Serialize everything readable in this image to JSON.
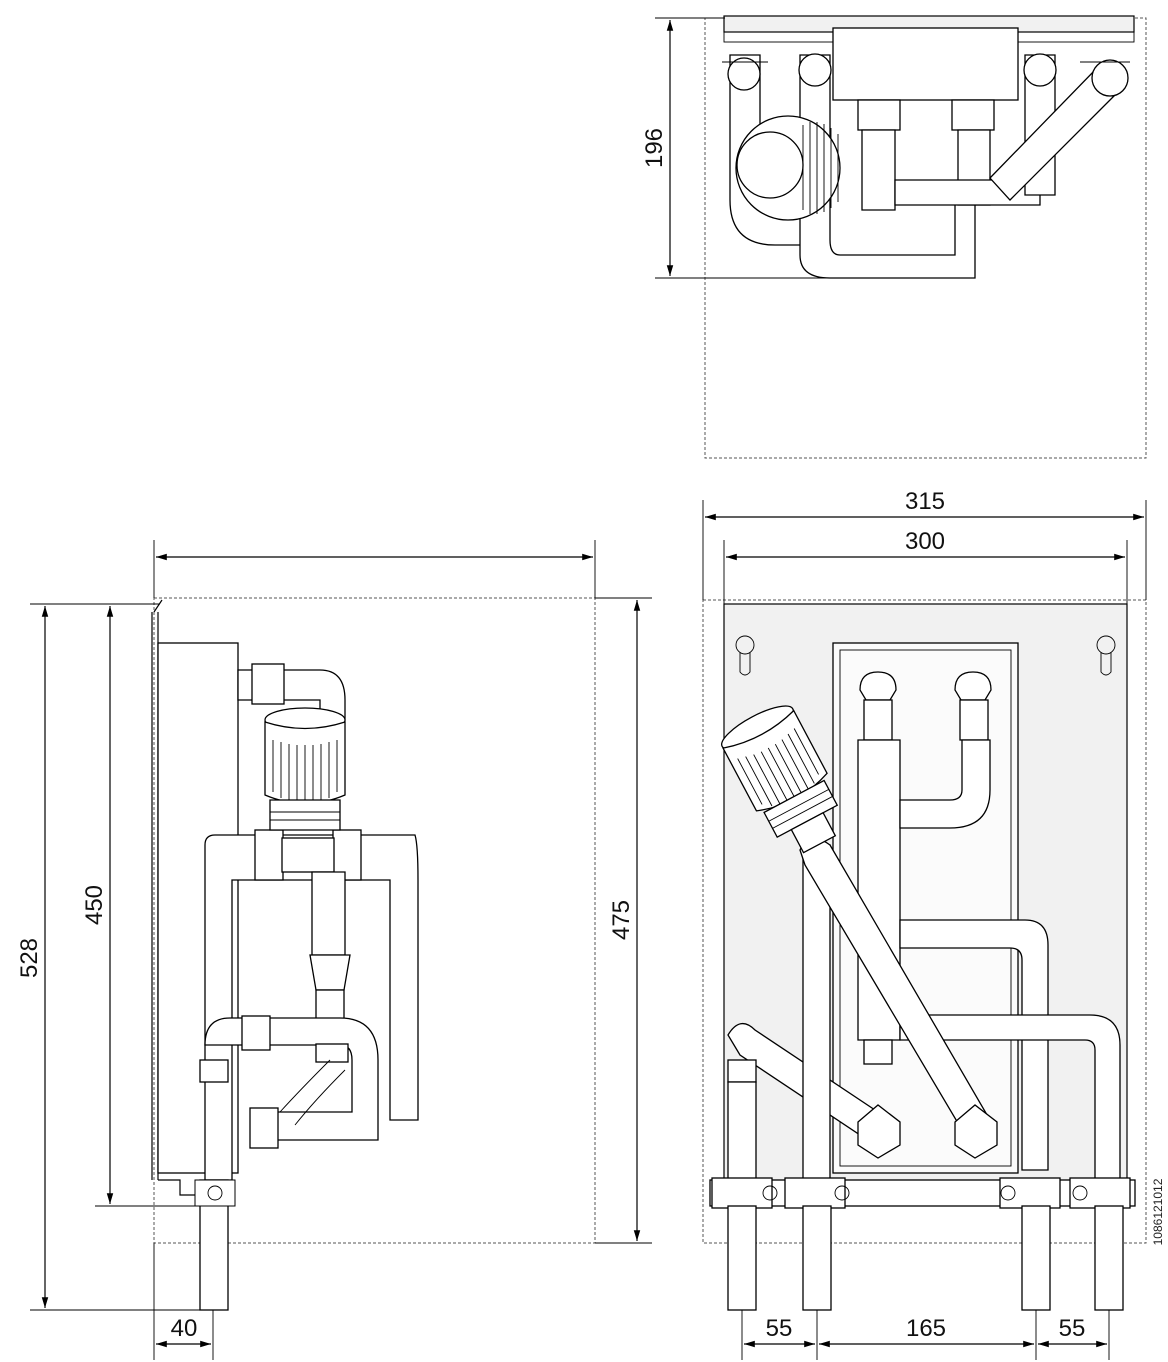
{
  "dimensions": {
    "top_depth": "196",
    "side_height_total": "528",
    "side_height_plate": "450",
    "side_offset": "40",
    "front_height": "475",
    "front_width_outer": "315",
    "front_width_plate": "300",
    "spacing_left": "55",
    "spacing_middle": "165",
    "spacing_right": "55"
  },
  "drawing_code": "1086121012",
  "colors": {
    "line": "#000000",
    "frame_dash": "#555555",
    "plate": "#f1f1f1"
  }
}
